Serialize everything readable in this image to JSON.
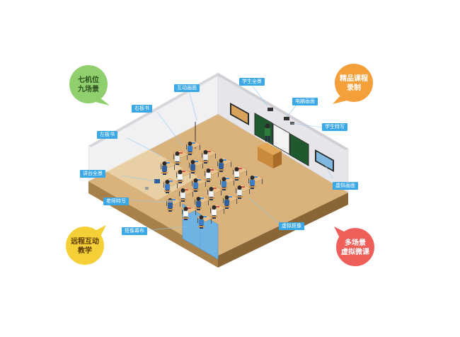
{
  "bubbles": {
    "top_left": {
      "line1": "七机位",
      "line2": "九场景",
      "color": "#8fcf6e",
      "text_color": "#2f4f1f"
    },
    "top_right": {
      "line1": "精品课程",
      "line2": "录制",
      "color": "#f4a03a",
      "text_color": "#ffffff"
    },
    "bottom_left": {
      "line1": "远程互动",
      "line2": "教学",
      "color": "#f5cf38",
      "text_color": "#5a3a00"
    },
    "bottom_right": {
      "line1": "多场景",
      "line2": "虚拟微课",
      "color": "#ef5f5a",
      "text_color": "#ffffff"
    }
  },
  "labels": {
    "interactive_screen": "互动画面",
    "student_panorama": "学生全景",
    "computer_screen": "电脑画面",
    "student_closeup": "学生特写",
    "right_board": "右板书",
    "left_board": "左板书",
    "podium_panorama": "讲台全景",
    "teacher_closeup": "老师特写",
    "matting_curtain": "抠像幕布",
    "virtual_screen": "虚拟画面",
    "virtual_matting": "虚拟抠像"
  },
  "colors": {
    "label_bg": "#3aa7e6",
    "floor": "#d9b27c",
    "wall": "#f0f0f2",
    "curtain": "#6fb3e3"
  }
}
